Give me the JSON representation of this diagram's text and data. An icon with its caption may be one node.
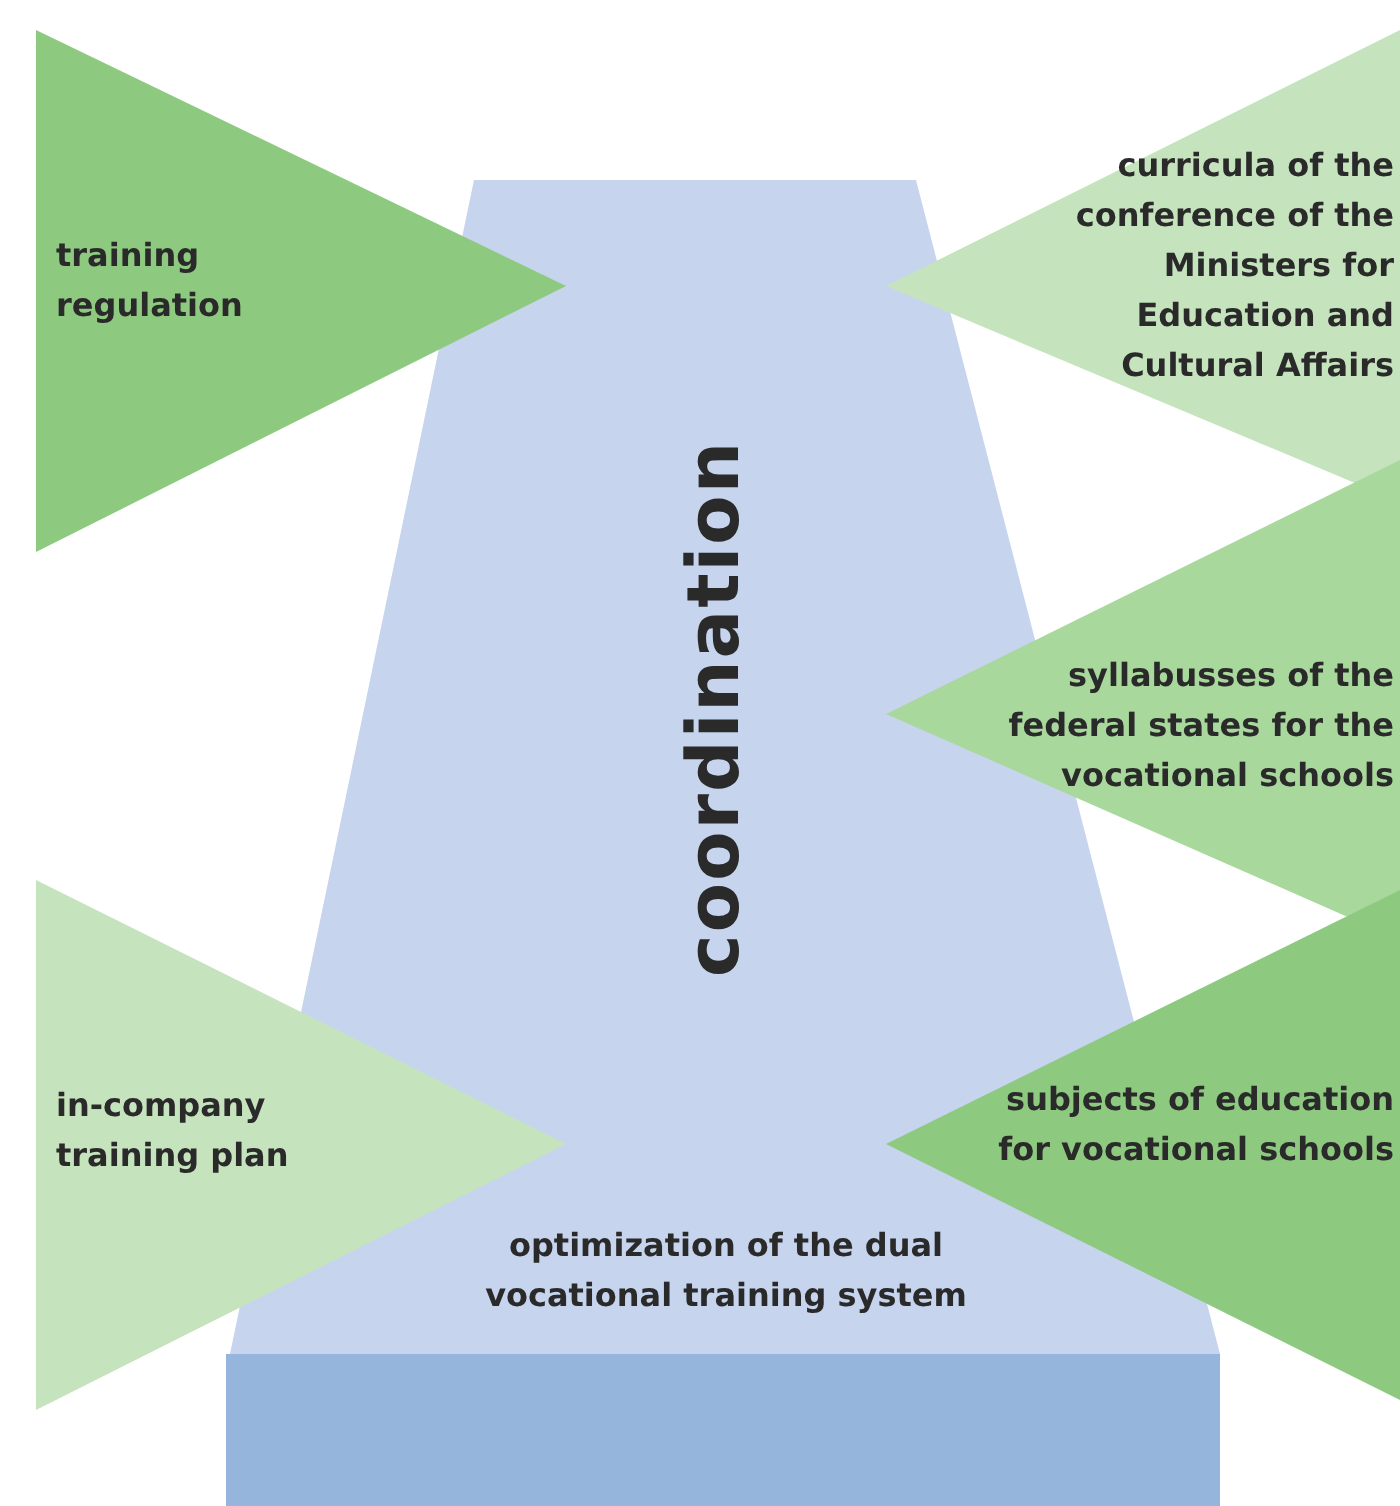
{
  "diagram": {
    "nodes": [
      {
        "text": [
          "training regulation"
        ]
      },
      {
        "text": [
          "curricula of the conference of the Ministers for Education and Cultural Affairs"
        ]
      },
      {
        "text": [
          "coordination",
          "optimization of the dual vocational training system"
        ]
      },
      {
        "text": [
          "syllabusses of the federal states for the vocational schools"
        ]
      },
      {
        "text": [
          "in-company training plan"
        ]
      },
      {
        "text": [
          "subjects of education for vocational schools"
        ]
      },
      {
        "text": [],
        "shape": "bar"
      }
    ],
    "edges": []
  }
}
